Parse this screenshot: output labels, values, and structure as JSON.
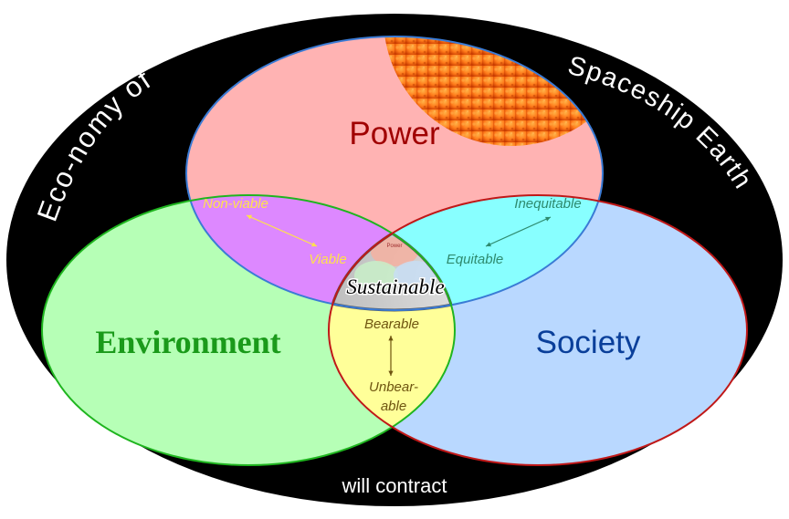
{
  "outer_ring": {
    "arc_left": "Eco-nomy of",
    "arc_right": "Spaceship Earth",
    "bottom": "will contract"
  },
  "circles": {
    "power": {
      "label": "Power",
      "fill": "#ffb3b3",
      "stroke": "#3a7bd5",
      "text_color": "#a00000"
    },
    "environment": {
      "label": "Environment",
      "fill": "#b6ffb6",
      "stroke": "#1fb51f",
      "text_color": "#1a9a1a"
    },
    "society": {
      "label": "Society",
      "fill": "#b9d8ff",
      "stroke": "#c01818",
      "text_color": "#0a3f9a"
    }
  },
  "overlaps": {
    "power_environment": {
      "top": "Non-viable",
      "bottom": "Viable",
      "fill": "#dd88ff",
      "text_color": "#ffe24a",
      "arrow_color": "#ffe24a"
    },
    "power_society": {
      "top": "Inequitable",
      "bottom": "Equitable",
      "fill": "#88ffff",
      "text_color": "#2e8a6e",
      "arrow_color": "#2e8a6e"
    },
    "environment_society": {
      "top": "Bearable",
      "bottom": "Unbear-",
      "bottom2": "able",
      "fill": "#ffff99",
      "text_color": "#6e5410",
      "arrow_color": "#6e5410"
    },
    "center": {
      "label": "Sustainable",
      "fill": "#c9c9c9",
      "mini_label": "Power"
    }
  },
  "colors": {
    "ring": "#000000",
    "ring_text": "#ffffff",
    "sun_core": "#ff8a1f",
    "sun_edge": "#d94400"
  }
}
